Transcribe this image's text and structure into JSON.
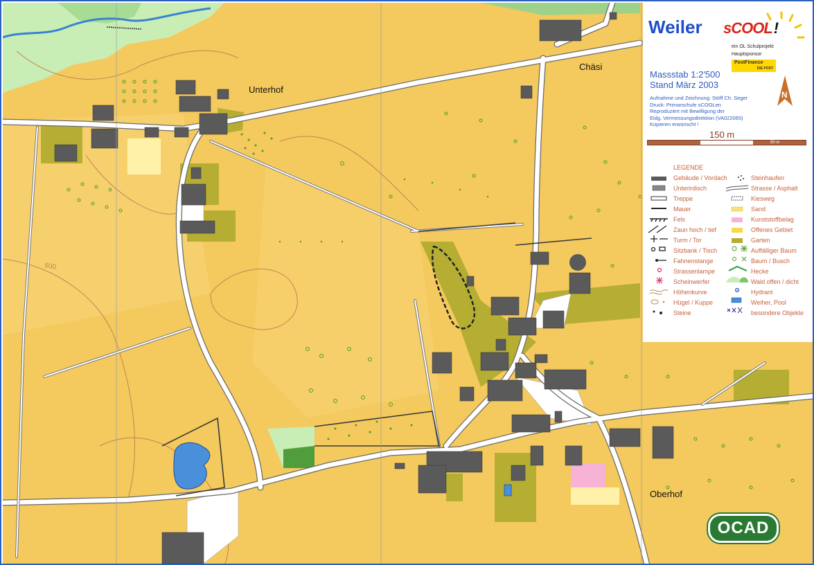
{
  "map": {
    "places": {
      "unterhof": "Unterhof",
      "chaesi": "Chäsi",
      "oberhof": "Oberhof"
    },
    "contour_label": "600"
  },
  "panel": {
    "title_word": "Weiler",
    "logo_word": "sCOOL",
    "logo_exclaim": "!",
    "schulprojekt": "ein OL Schulprojekt",
    "hauptsponsor": "Hauptsponsor",
    "sponsor_name": "PostFinance",
    "sponsor_sub": "DIE POST",
    "massstab": "Massstab   1:2'500",
    "stand": "Stand März 2003",
    "credits": [
      "Aufnahme und Zeichnung: Stöff Ch. Seger",
      "Druck: Primarschule sCOOLen",
      "Reproduziert mit Bewilligung der",
      "    Eidg. Vermessungsdirektion (VA022065)",
      "Kopieren erwünscht !"
    ],
    "north_symbol": "N",
    "scale_label": "150 m",
    "scale_bar_label": "50 m",
    "legend_title": "LEGENDE",
    "legend_left": [
      "Gebäude / Vordach",
      "Unterirdisch",
      "Treppe",
      "Mauer",
      "Fels",
      "Zaun hoch / tief",
      "Turm / Tor",
      "Sitzbank / Tisch",
      "Fahnenstange",
      "Strassenlampe",
      "Scheinwerfer",
      "Höhenkurve",
      "Hügel / Kuppe",
      "Steine"
    ],
    "legend_right": [
      "Steinhaufen",
      "Strasse / Asphalt",
      "Kiesweg",
      "Sand",
      "Kunststoffbelag",
      "Offenes Gebiet",
      "Garten",
      "Auffälliger Baum",
      "Baum / Busch",
      "Hecke",
      "Wald offen / dicht",
      "Hydrant",
      "Weiher, Pool",
      "besondere Objekte"
    ]
  },
  "ocad_logo": "OCAD",
  "colors": {
    "open_land": "#f4c95d",
    "field": "#f9d77e",
    "garden": "#b5ae33",
    "building": "#5a5a5a",
    "road_casing": "#777777",
    "road": "#ffffff",
    "forest": "#c8edb5",
    "water": "#4a8fd9",
    "contour": "#c28455",
    "frame": "#2a5fbf"
  }
}
